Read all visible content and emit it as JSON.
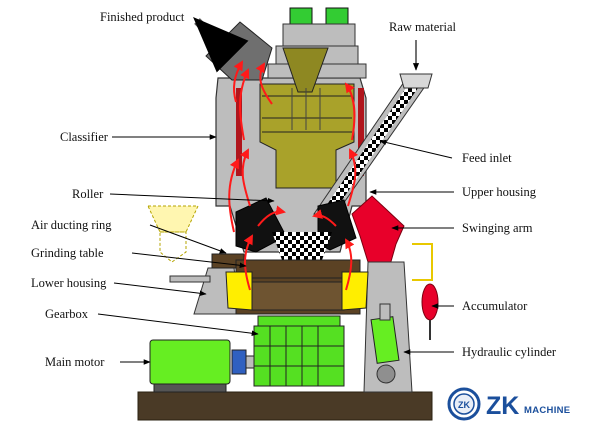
{
  "labels": {
    "finished_product": "Finished product",
    "raw_material": "Raw material",
    "classifier": "Classifier",
    "feed_inlet": "Feed inlet",
    "roller": "Roller",
    "upper_housing": "Upper housing",
    "air_ducting_ring": "Air ducting ring",
    "swinging_arm": "Swinging arm",
    "grinding_table": "Grinding table",
    "lower_housing": "Lower housing",
    "accumulator": "Accumulator",
    "gearbox": "Gearbox",
    "hydraulic_cylinder": "Hydraulic cylinder",
    "main_motor": "Main motor"
  },
  "logo": {
    "brand": "ZK",
    "sub": "MACHINE",
    "emblem": "ZK"
  },
  "colors": {
    "housing": "#bdbdbd",
    "classifier": "#a9a22a",
    "roller": "#111111",
    "swing_arm": "#e8002a",
    "air_flow": "#ff1a1a",
    "motor": "#66ee22",
    "gearbox": "#55e022",
    "air_ring": "#ffee00",
    "base": "#4a3a26",
    "table": "#5b4224",
    "logo_blue": "#1b4f9c"
  }
}
